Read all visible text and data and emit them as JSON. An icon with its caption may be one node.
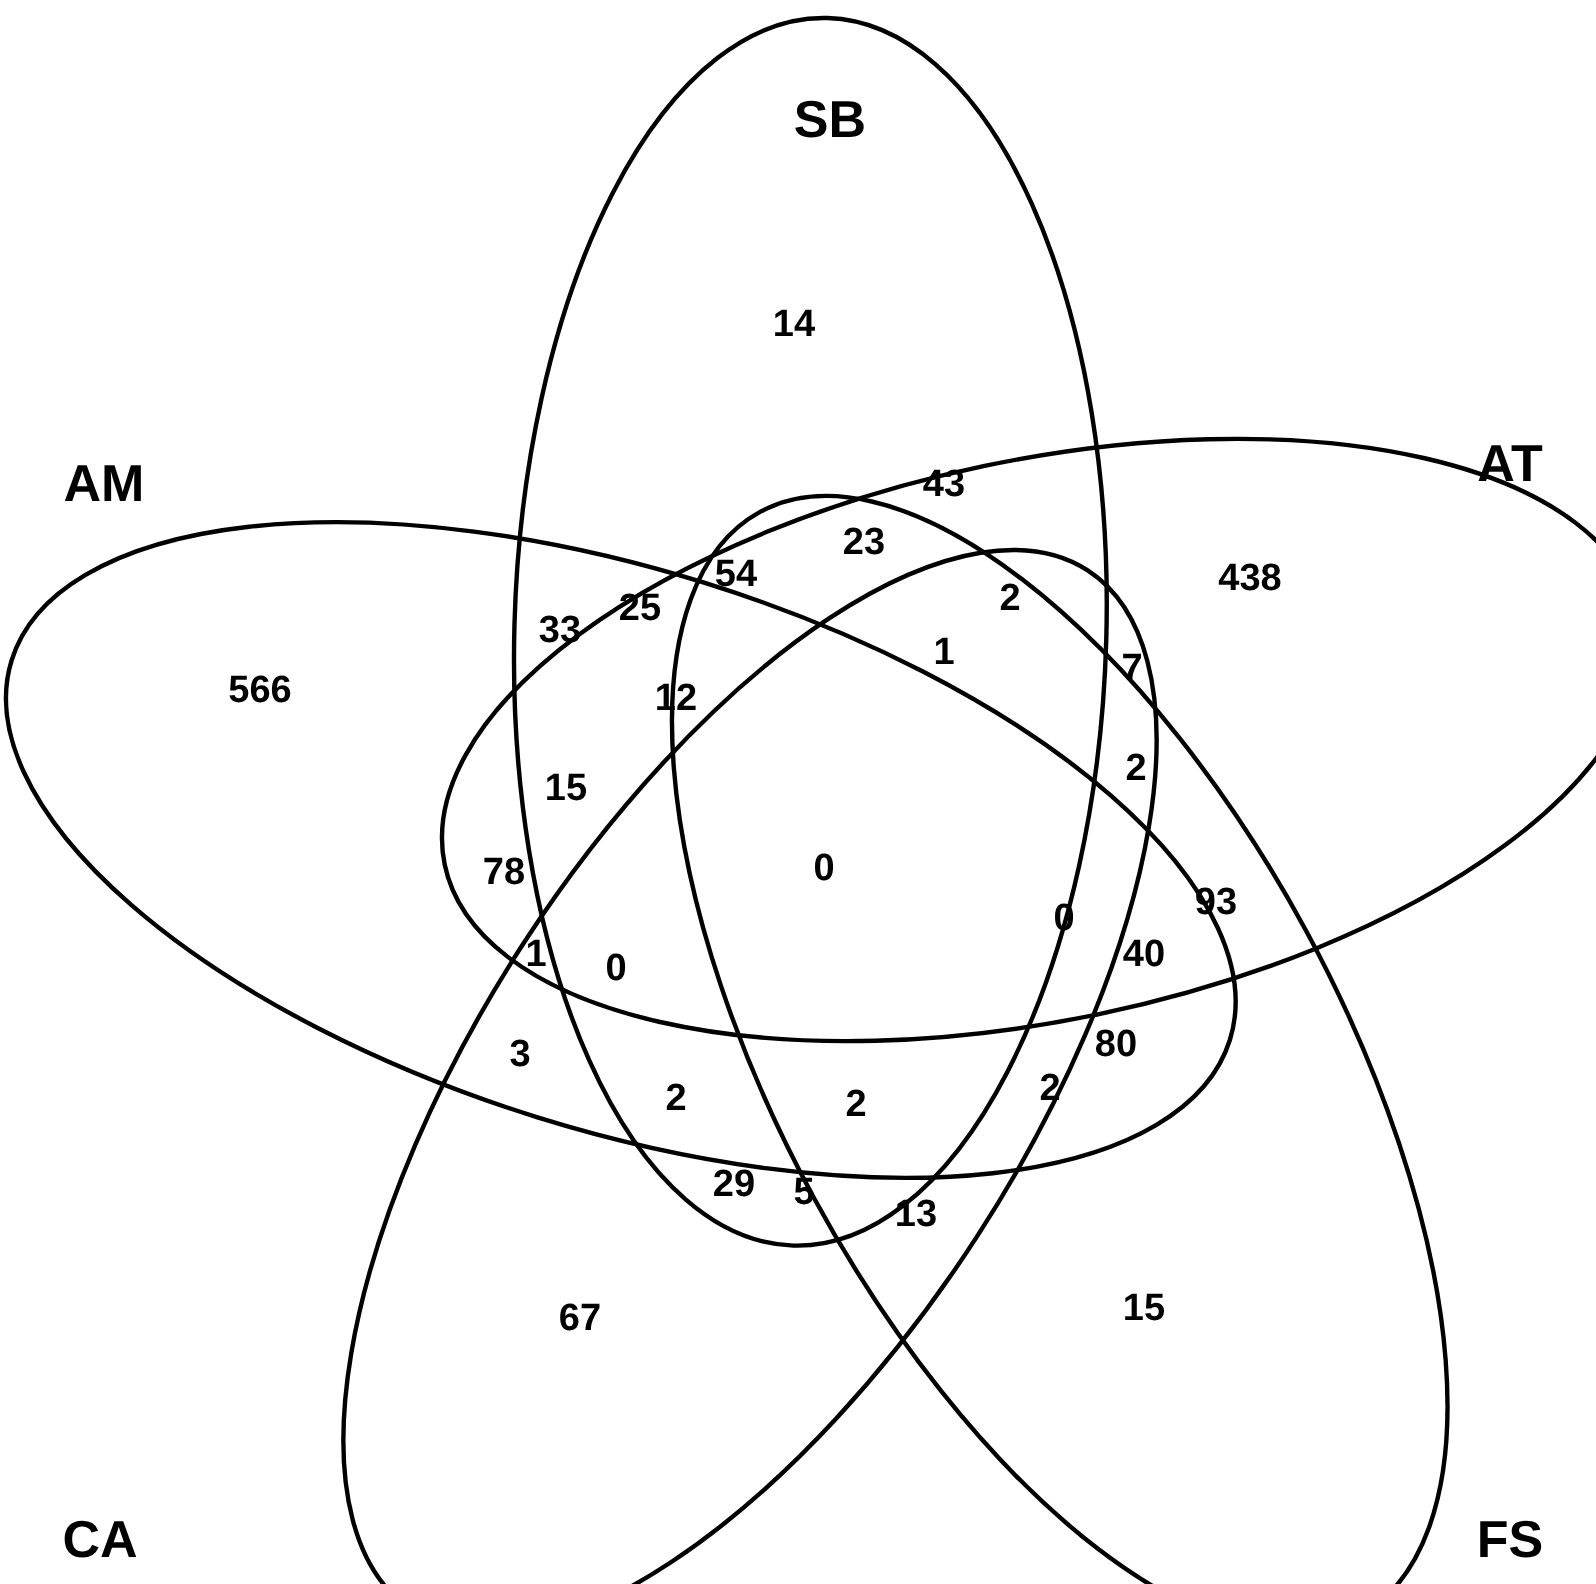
{
  "diagram": {
    "nodes": [
      {
        "text": [
          "SB"
        ]
      },
      {
        "text": [
          "AT"
        ]
      },
      {
        "text": [
          "AM"
        ]
      },
      {
        "text": [
          "CA"
        ]
      },
      {
        "text": [
          "FS"
        ]
      }
    ],
    "labels": [
      "14",
      "54",
      "43",
      "25",
      "23",
      "2",
      "438",
      "33",
      "1",
      "7",
      "566",
      "12",
      "15",
      "2",
      "78",
      "0",
      "0",
      "93",
      "1",
      "0",
      "40",
      "3",
      "2",
      "2",
      "2",
      "80",
      "29",
      "5",
      "13",
      "67",
      "15"
    ]
  }
}
